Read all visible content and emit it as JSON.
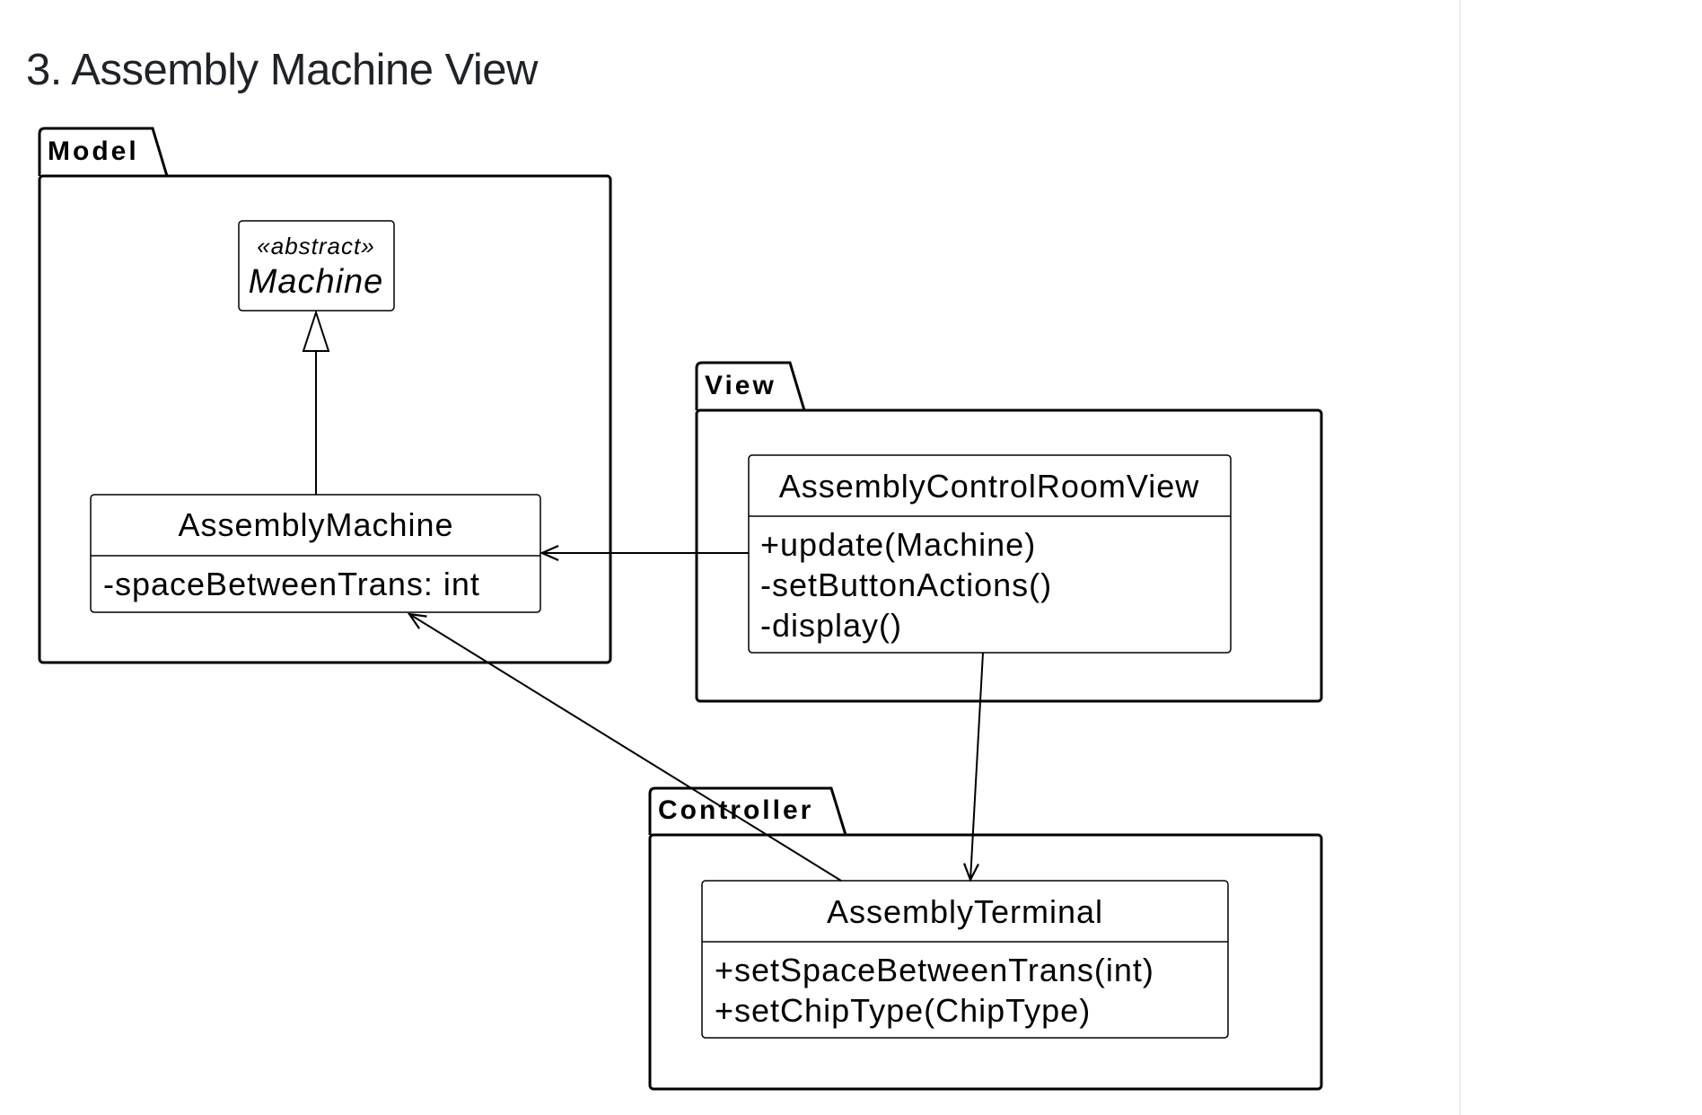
{
  "page": {
    "title": "3. Assembly Machine View"
  },
  "diagram": {
    "packages": {
      "model": {
        "label": "Model"
      },
      "view": {
        "label": "View"
      },
      "controller": {
        "label": "Controller"
      }
    },
    "classes": {
      "machine": {
        "stereotype": "«abstract»",
        "name": "Machine"
      },
      "assembly_machine": {
        "name": "AssemblyMachine",
        "members": [
          "-spaceBetweenTrans: int"
        ]
      },
      "assembly_control_room_view": {
        "name": "AssemblyControlRoomView",
        "members": [
          "+update(Machine)",
          "-setButtonActions()",
          "-display()"
        ]
      },
      "assembly_terminal": {
        "name": "AssemblyTerminal",
        "members": [
          "+setSpaceBetweenTrans(int)",
          "+setChipType(ChipType)"
        ]
      }
    },
    "relationships": [
      {
        "type": "generalization",
        "from": "AssemblyMachine",
        "to": "Machine"
      },
      {
        "type": "association",
        "from": "AssemblyControlRoomView",
        "to": "AssemblyMachine"
      },
      {
        "type": "association",
        "from": "AssemblyControlRoomView",
        "to": "AssemblyTerminal"
      },
      {
        "type": "association",
        "from": "AssemblyTerminal",
        "to": "AssemblyMachine"
      }
    ]
  }
}
